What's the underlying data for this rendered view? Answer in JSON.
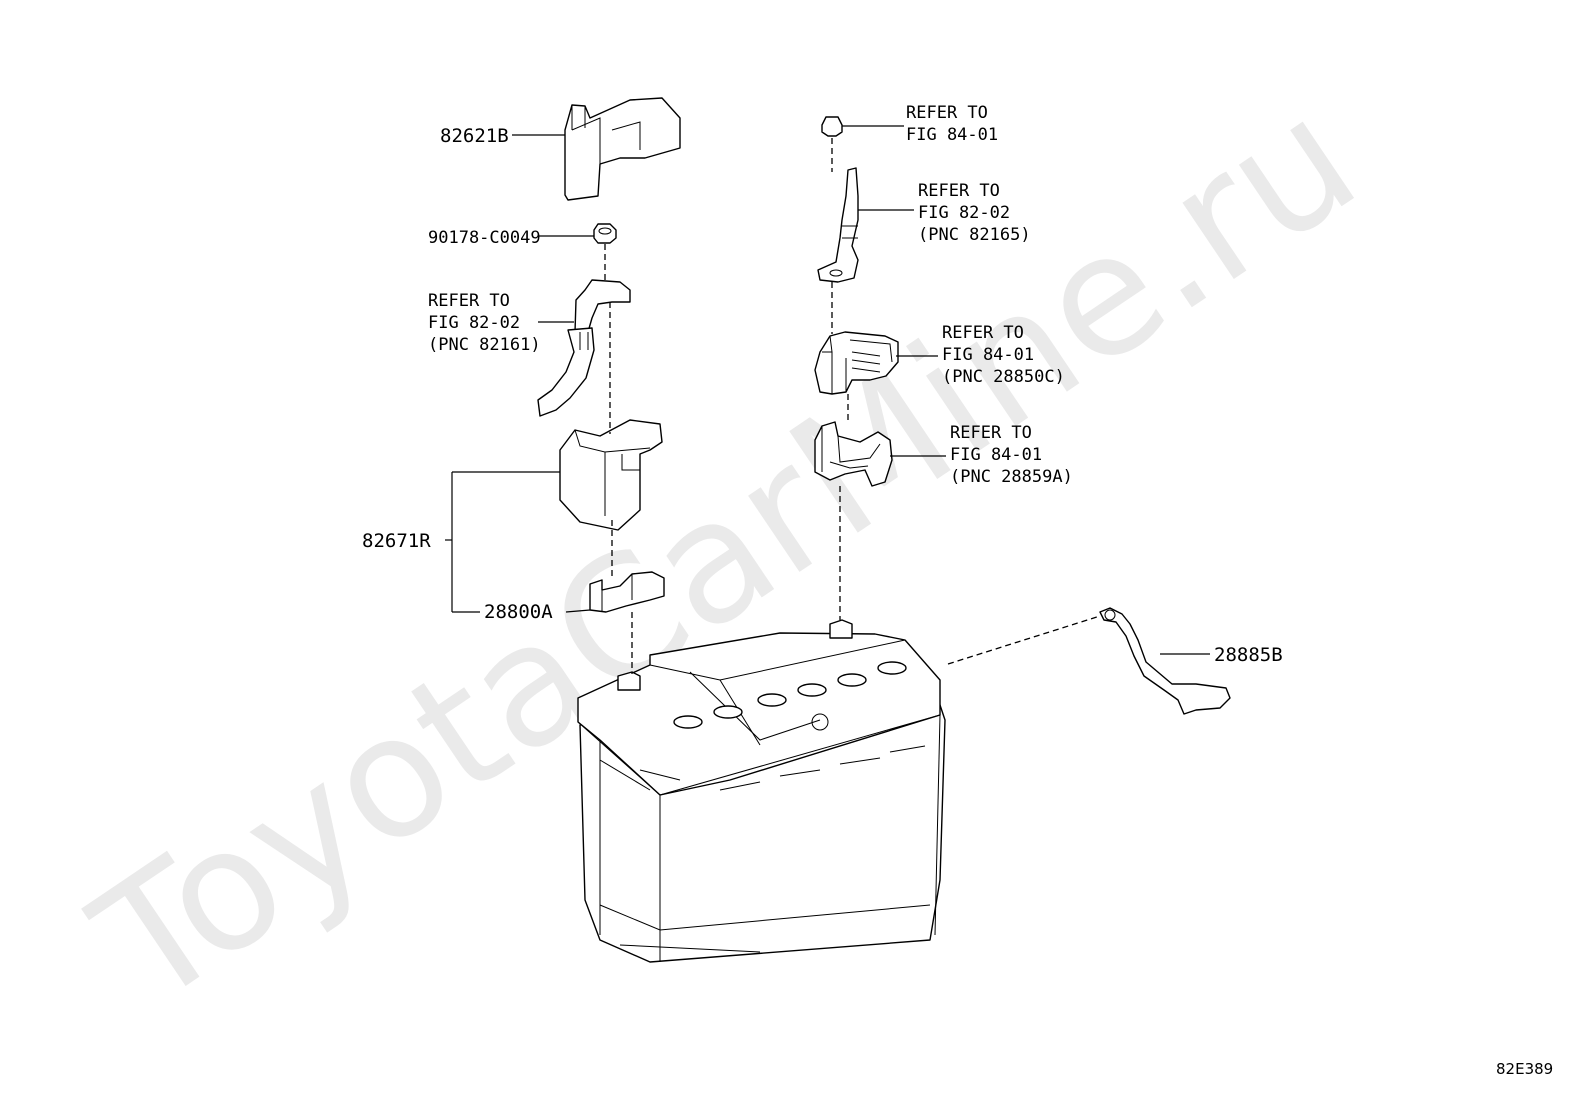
{
  "watermark": "ToyotaCarMine.ru",
  "figure_id": "82E389",
  "callouts": {
    "c82621B": "82621B",
    "c90178": "90178-C0049",
    "c82671R": "82671R",
    "c28800A": "28800A",
    "c28885B": "28885B"
  },
  "refs": {
    "nut_top": {
      "l1": "REFER TO",
      "l2": "FIG 84-01"
    },
    "cable_right": {
      "l1": "REFER TO",
      "l2": "FIG 82-02",
      "l3": "(PNC 82165)"
    },
    "cable_left": {
      "l1": "REFER TO",
      "l2": "FIG 82-02",
      "l3": "(PNC 82161)"
    },
    "sensor": {
      "l1": "REFER TO",
      "l2": "FIG 84-01",
      "l3": "(PNC 28850C)"
    },
    "bracket": {
      "l1": "REFER TO",
      "l2": "FIG 84-01",
      "l3": "(PNC 28859A)"
    }
  }
}
